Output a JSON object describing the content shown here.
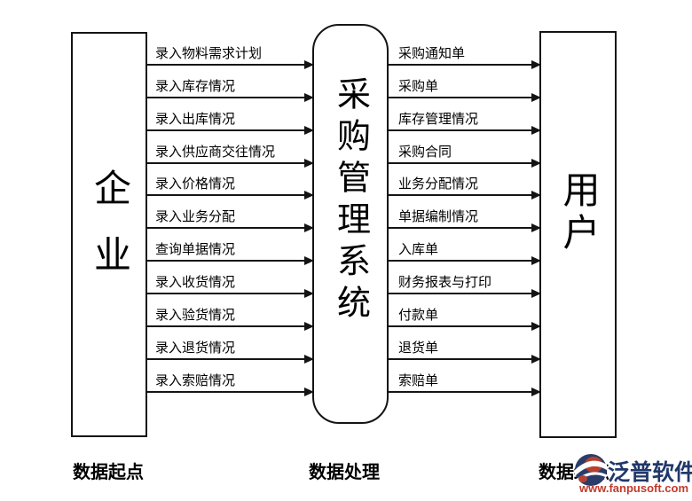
{
  "diagram": {
    "left_box": {
      "label": "企业"
    },
    "center_box": {
      "label": "采购管理系统"
    },
    "right_box": {
      "label": "用户"
    },
    "left_flows": [
      "录入物料需求计划",
      "录入库存情况",
      "录入出库情况",
      "录入供应商交往情况",
      "录入价格情况",
      "录入业务分配",
      "查询单据情况",
      "录入收货情况",
      "录入验货情况",
      "录入退货情况",
      "录入索赔情况"
    ],
    "right_flows": [
      "采购通知单",
      "采购单",
      "库存管理情况",
      "采购合同",
      "业务分配情况",
      "单据编制情况",
      "入库单",
      "财务报表与打印",
      "付款单",
      "退货单",
      "索赔单"
    ]
  },
  "footer": {
    "left_label": "数据起点",
    "center_label": "数据处理",
    "right_label": "数据终点"
  },
  "watermark": {
    "brand": "泛普软件",
    "url": "www.fanpusoft.com",
    "brand_color": "#21386b",
    "url_color": "#c03a2b",
    "logo_navy": "#2a3c6a",
    "logo_red": "#b5422f"
  },
  "colors": {
    "line": "#141414",
    "background": "#ffffff"
  }
}
